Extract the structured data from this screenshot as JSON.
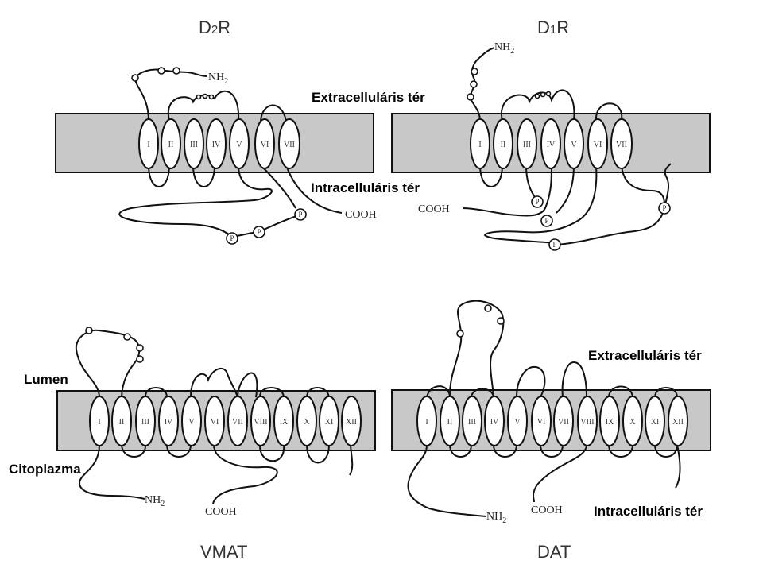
{
  "panels": {
    "d2r": {
      "title_main": "D",
      "title_sub": "2",
      "title_end": "R",
      "helices": [
        "I",
        "II",
        "III",
        "IV",
        "V",
        "VI",
        "VII"
      ],
      "nh2": "NH",
      "nh2_sub": "2",
      "cooh": "COOH",
      "phospho": [
        "P",
        "P",
        "P"
      ]
    },
    "d1r": {
      "title_main": "D",
      "title_sub": "1",
      "title_end": "R",
      "helices": [
        "I",
        "II",
        "III",
        "IV",
        "V",
        "VI",
        "VII"
      ],
      "nh2": "NH",
      "nh2_sub": "2",
      "cooh": "COOH",
      "phospho": [
        "P",
        "P",
        "P",
        "P"
      ]
    },
    "vmat": {
      "title": "VMAT",
      "helices": [
        "I",
        "II",
        "III",
        "IV",
        "V",
        "VI",
        "VII",
        "VIII",
        "IX",
        "X",
        "XI",
        "XII"
      ],
      "nh2": "NH",
      "nh2_sub": "2",
      "cooh": "COOH"
    },
    "dat": {
      "title": "DAT",
      "helices": [
        "I",
        "II",
        "III",
        "IV",
        "V",
        "VI",
        "VII",
        "VIII",
        "IX",
        "X",
        "XI",
        "XII"
      ],
      "nh2": "NH",
      "nh2_sub": "2",
      "cooh": "COOH"
    }
  },
  "labels": {
    "extracellular_top": "Extracelluláris tér",
    "intracellular_top": "Intracelluláris tér",
    "lumen": "Lumen",
    "citoplazma": "Citoplazma",
    "extracellular_bottom": "Extracelluláris tér",
    "intracellular_bottom": "Intracelluláris tér"
  }
}
